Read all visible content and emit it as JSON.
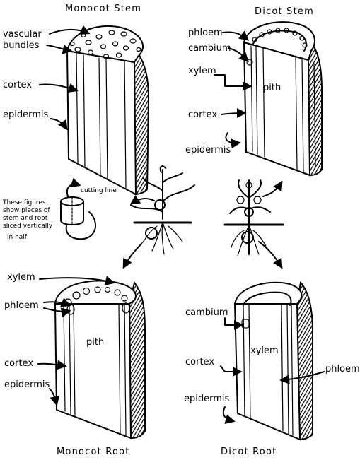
{
  "titles": {
    "monocot_stem": "Monocot Stem",
    "dicot_stem": "Dicot Stem",
    "monocot_root": "Monocot Root",
    "dicot_root": "Dicot Root"
  },
  "monocot_stem": {
    "vascular_bundles_line1": "vascular",
    "vascular_bundles_line2": "bundles",
    "cortex": "cortex",
    "epidermis": "epidermis"
  },
  "dicot_stem": {
    "phloem": "phloem",
    "cambium": "cambium",
    "xylem": "xylem",
    "pith": "pith",
    "cortex": "cortex",
    "epidermis": "epidermis"
  },
  "center": {
    "cutting_line": "cutting line",
    "note_lines": [
      "These figures",
      "show pieces of",
      "stem and root",
      "sliced vertically",
      "in half"
    ]
  },
  "monocot_root": {
    "xylem": "xylem",
    "phloem": "phloem",
    "pith": "pith",
    "cortex": "cortex",
    "epidermis": "epidermis"
  },
  "dicot_root": {
    "cambium": "cambium",
    "xylem": "xylem",
    "cortex": "cortex",
    "epidermis": "epidermis",
    "phloem": "phloem"
  }
}
